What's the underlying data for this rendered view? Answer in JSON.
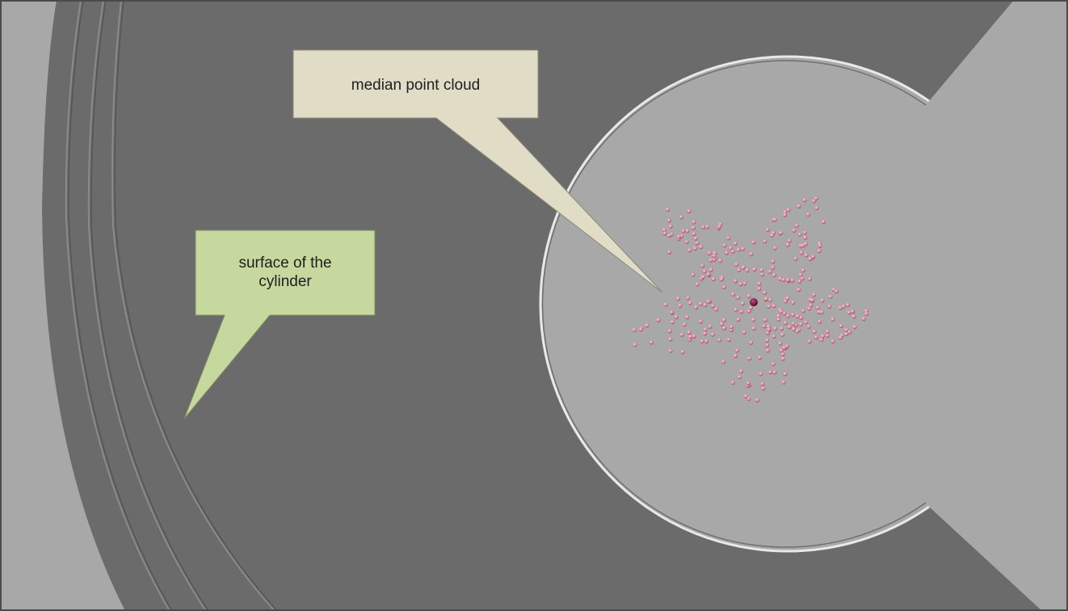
{
  "scene": {
    "background_color": "#a8a8a8",
    "cylinder_band_color": "#6b6b6b",
    "disk_color": "#acacac",
    "point_color": "#d88aa0",
    "median_point_color": "#7a1440",
    "frame_color": "#4a4a4a"
  },
  "callouts": {
    "median_cloud": {
      "text": "median point  cloud",
      "fill": "#e0dcc6"
    },
    "surface": {
      "text": "surface of the\ncylinder",
      "fill": "#c6d89e"
    }
  },
  "point_cloud": {
    "shape": "five-pointed-star",
    "count_estimate": 300
  }
}
